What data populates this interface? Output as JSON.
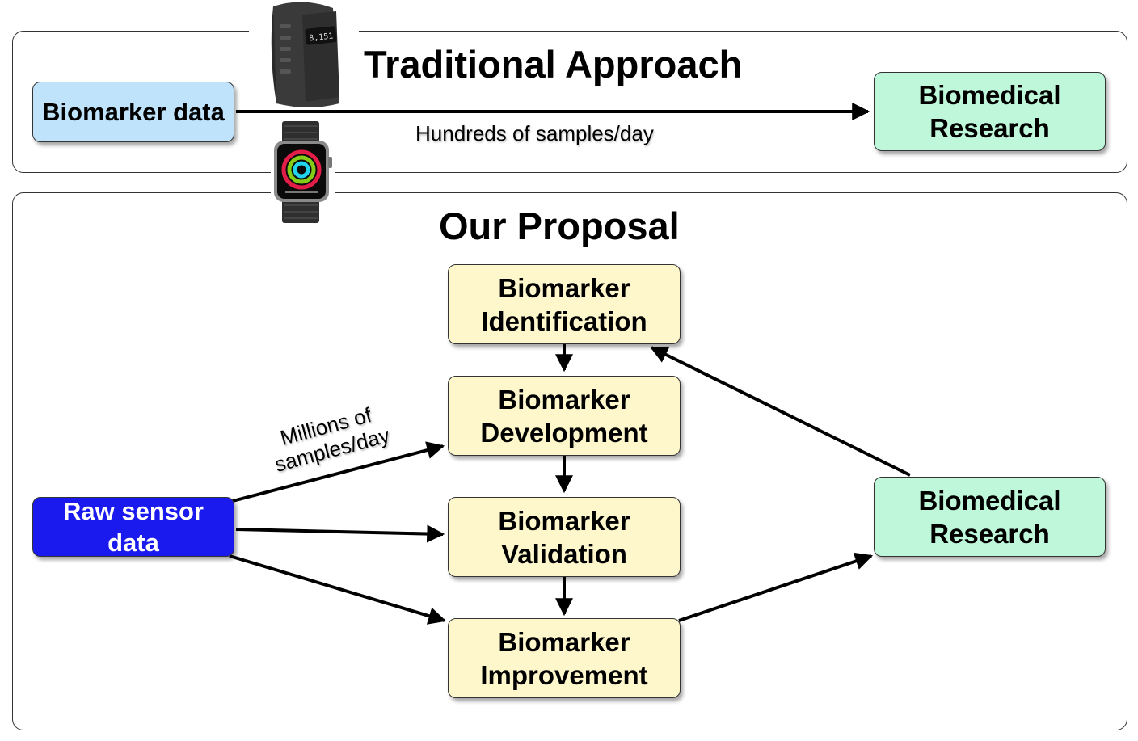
{
  "traditional": {
    "title": "Traditional Approach",
    "source_box": "Biomarker data",
    "target_box": "Biomedical\nResearch",
    "edge_label": "Hundreds of samples/day"
  },
  "proposal": {
    "title": "Our Proposal",
    "source_box": "Raw sensor\ndata",
    "stages": [
      "Biomarker\nIdentification",
      "Biomarker\nDevelopment",
      "Biomarker\nValidation",
      "Biomarker\nImprovement"
    ],
    "target_box": "Biomedical\nResearch",
    "edge_label": "Millions of\nsamples/day"
  },
  "devices": {
    "band_display": "8,151"
  },
  "colors": {
    "stage_fill": "#fff7cc",
    "research_fill": "#bff7da",
    "biomarker_data_fill": "#bfe3fb",
    "raw_sensor_fill": "#1a1aef"
  }
}
